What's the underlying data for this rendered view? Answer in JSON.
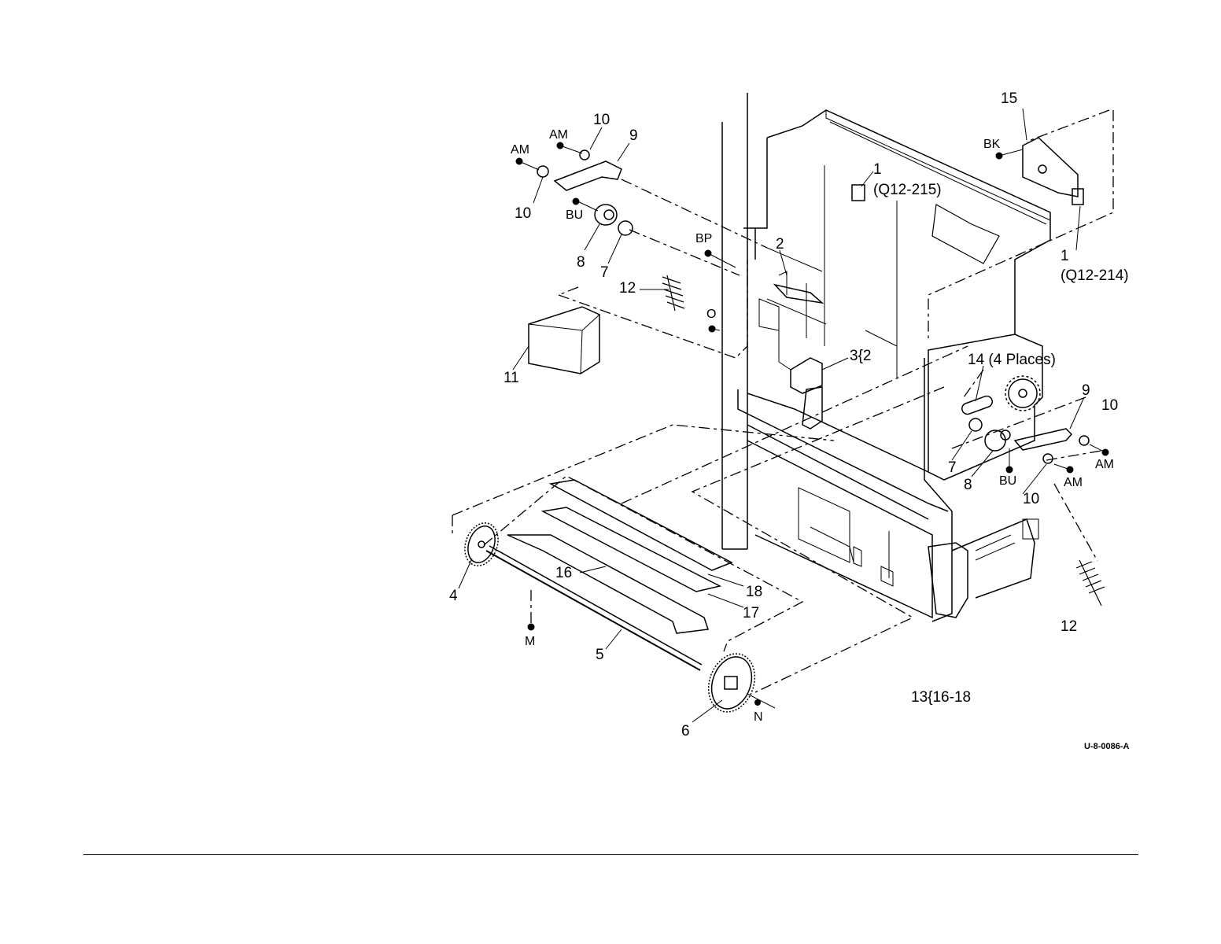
{
  "figure_code": "U-8-0086-A",
  "callouts": {
    "c15": "15",
    "c10_top": "10",
    "c9_top": "9",
    "am_top_right": "AM",
    "am_top_left": "AM",
    "c10_left": "10",
    "bk": "BK",
    "c1_top": "1",
    "q215": "(Q12-215)",
    "bu_left": "BU",
    "bp": "BP",
    "c2": "2",
    "c8_left": "8",
    "c7_left": "7",
    "c1_right": "1",
    "q214": "(Q12-214)",
    "c12_top": "12",
    "o": "O",
    "c3": "3{2",
    "c14": "14 (4 Places)",
    "c11": "11",
    "c9_right": "9",
    "c10_right": "10",
    "am_right1": "AM",
    "c7_right": "7",
    "am_right2": "AM",
    "bu_right": "BU",
    "c8_right": "8",
    "c10_right2": "10",
    "c16": "16",
    "c18": "18",
    "c4": "4",
    "c17": "17",
    "c12_bottom": "12",
    "m": "M",
    "c5": "5",
    "c13": "13{16-18",
    "c6": "6",
    "n": "N"
  }
}
